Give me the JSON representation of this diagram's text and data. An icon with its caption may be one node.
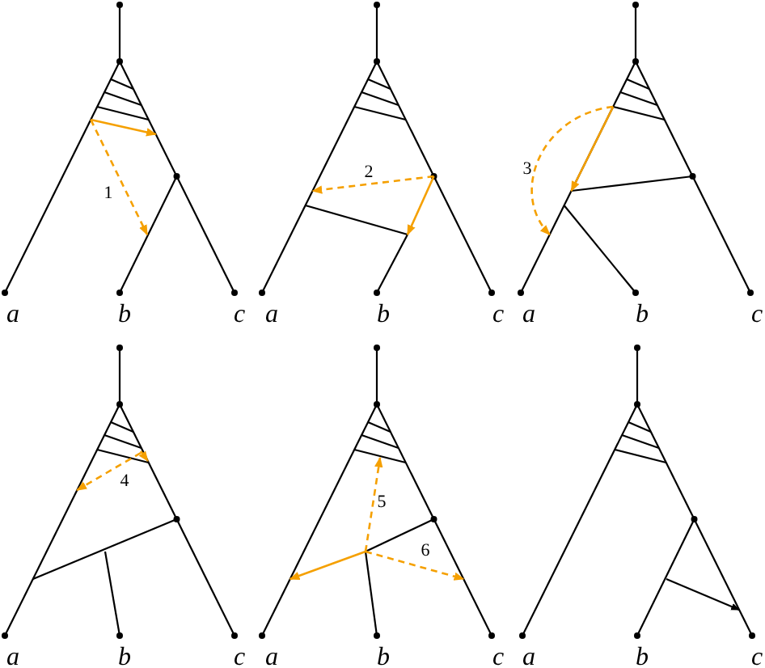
{
  "diagram": {
    "labels": [
      "1",
      "2",
      "3",
      "a",
      "b",
      "c",
      "a",
      "b",
      "c",
      "a",
      "b",
      "c",
      "4",
      "5",
      "6",
      "a",
      "b",
      "c",
      "a",
      "b",
      "c",
      "a",
      "b",
      "c"
    ]
  }
}
